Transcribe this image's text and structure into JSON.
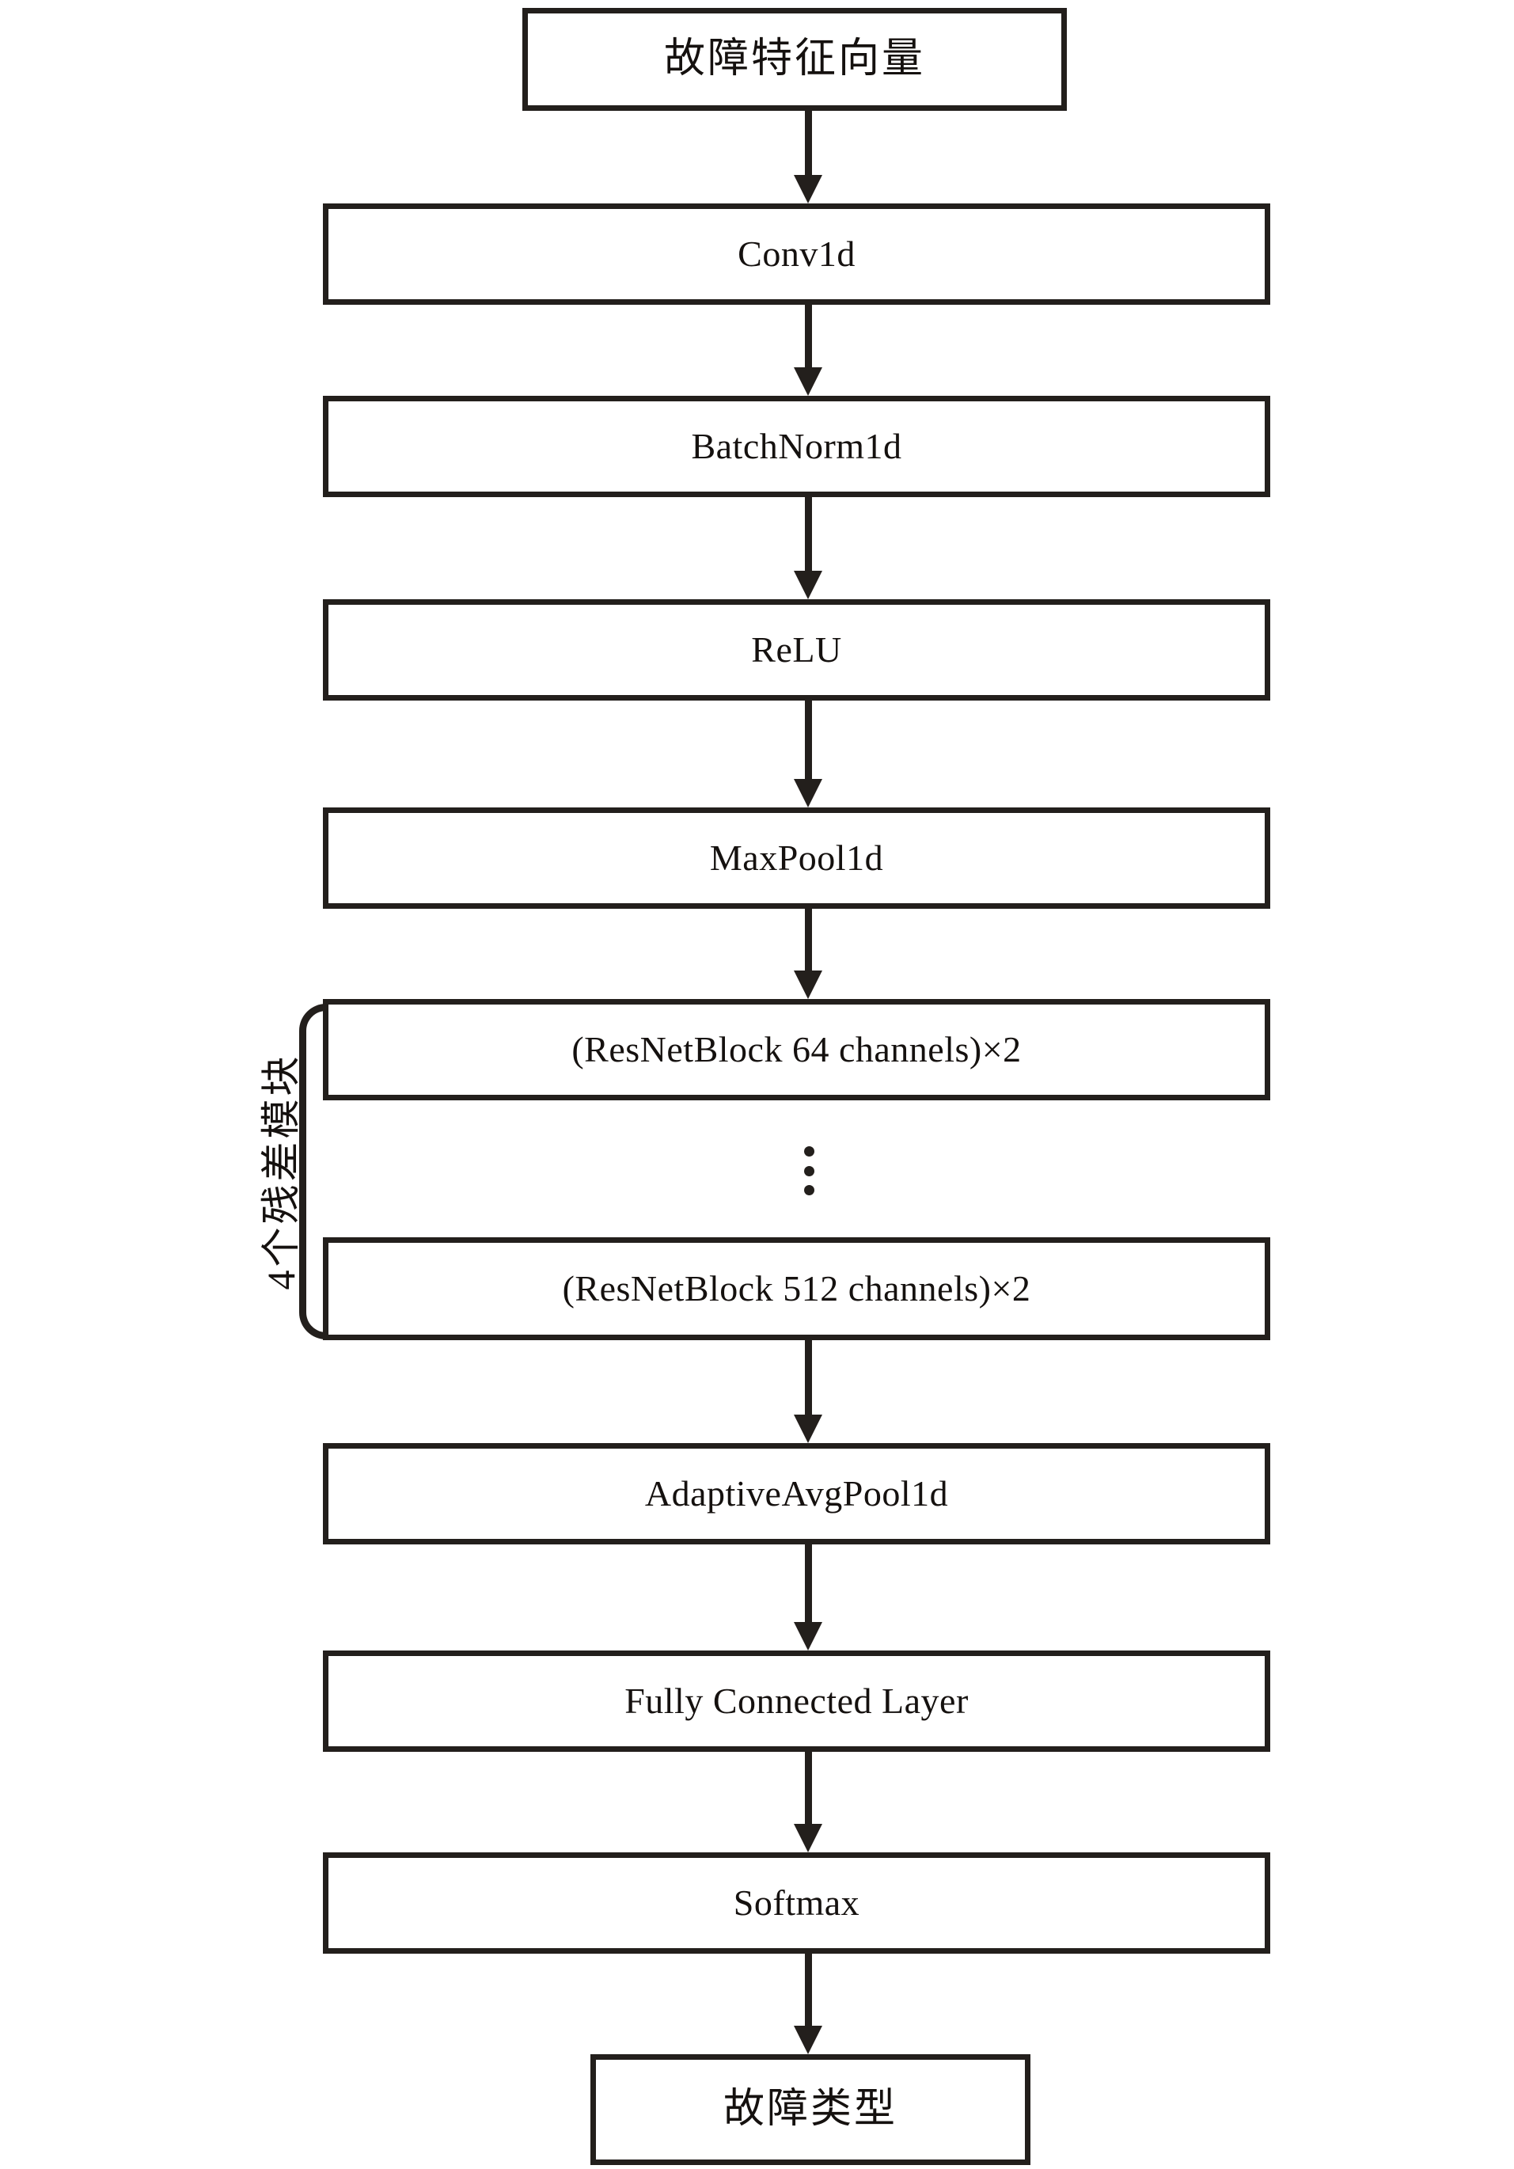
{
  "diagram": {
    "title": "ResNet 1D fault classification network flowchart",
    "accent_color": "#231f1c",
    "background_color": "#ffffff",
    "nodes": [
      {
        "id": "input",
        "label": "故障特征向量"
      },
      {
        "id": "conv1d",
        "label": "Conv1d"
      },
      {
        "id": "bn1d",
        "label": "BatchNorm1d"
      },
      {
        "id": "relu",
        "label": "ReLU"
      },
      {
        "id": "maxpool",
        "label": "MaxPool1d"
      },
      {
        "id": "res64",
        "label": "(ResNetBlock 64 channels)×2"
      },
      {
        "id": "res512",
        "label": "(ResNetBlock 512 channels)×2"
      },
      {
        "id": "avgpool",
        "label": "AdaptiveAvgPool1d"
      },
      {
        "id": "fc",
        "label": "Fully Connected Layer"
      },
      {
        "id": "softmax",
        "label": "Softmax"
      },
      {
        "id": "output",
        "label": "故障类型"
      }
    ],
    "group": {
      "label": "4个残差模块",
      "spans": [
        "res64",
        "res512"
      ]
    },
    "ellipsis": "⋮"
  }
}
